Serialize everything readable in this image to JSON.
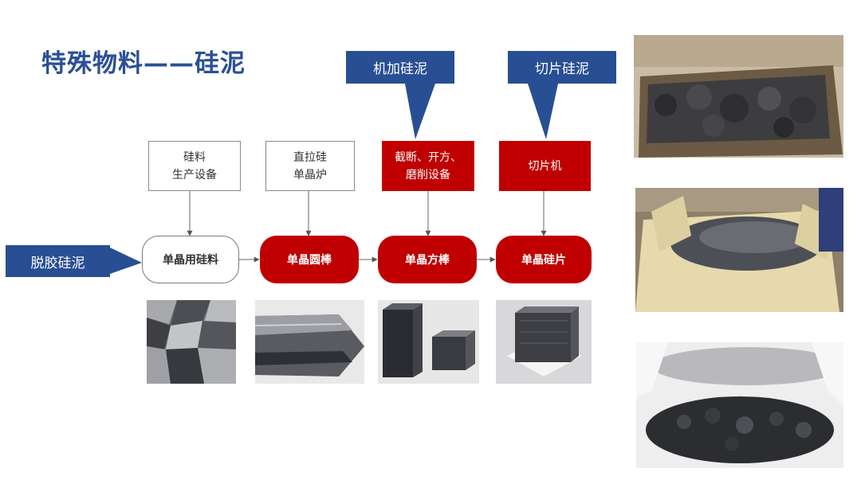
{
  "title": "特殊物料——硅泥",
  "callouts": {
    "machining": "机加硅泥",
    "slicing": "切片硅泥",
    "degumming": "脱胶硅泥"
  },
  "equipment": {
    "silicon_production": "硅料\n生产设备",
    "czochralski": "直拉硅\n单晶炉",
    "cutting": "截断、开方、\n磨削设备",
    "slicer": "切片机"
  },
  "process": {
    "mono_feedstock": "单晶用硅料",
    "mono_rod": "单晶圆棒",
    "mono_square": "单晶方棒",
    "mono_wafer": "单晶硅片"
  },
  "colors": {
    "title_blue": "#2b4f97",
    "callout_blue": "#284f93",
    "process_red": "#c00000"
  }
}
